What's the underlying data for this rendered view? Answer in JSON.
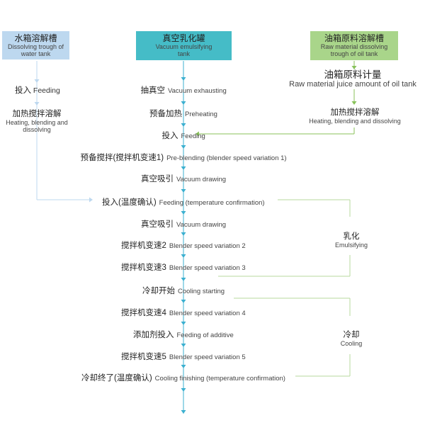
{
  "colors": {
    "water": "#bdd8ef",
    "vacuum": "#45bcc7",
    "oil": "#a9d58a",
    "arrow_blue": "#3bb0d0",
    "arrow_green": "#88c25a",
    "line_gray": "#c8c8c8",
    "line_green": "#b7d99e"
  },
  "boxes": {
    "water": {
      "cn": "水箱溶解槽",
      "en1": "Dissolving trough of",
      "en2": "water tank"
    },
    "vacuum": {
      "cn": "真空乳化罐",
      "en1": "Vacuum emulsifying",
      "en2": "tank"
    },
    "oil": {
      "cn": "油箱原料溶解槽",
      "en1": "Raw material dissolving",
      "en2": "trough of oil tank"
    }
  },
  "water_steps": {
    "feeding": {
      "cn": "投入",
      "en": "Feeding"
    },
    "heating": {
      "cn": "加热搅拌溶解",
      "en1": "Heating, blending and",
      "en2": "dissolving"
    }
  },
  "oil_steps": {
    "juice": {
      "cn": "油箱原料计量",
      "en": "Raw material juice amount of oil tank"
    },
    "heating": {
      "cn": "加热搅拌溶解",
      "en": "Heating, blending and dissolving"
    }
  },
  "main_steps": [
    {
      "cn": "抽真空",
      "en": "Vacuum exhausting"
    },
    {
      "cn": "预备加热",
      "en": "Preheating"
    },
    {
      "cn": "投入",
      "en": "Feeding"
    },
    {
      "cn": "预备搅拌(搅拌机变速1)",
      "en": "Pre-blending (blender speed variation 1)"
    },
    {
      "cn": "真空吸引",
      "en": "Vacuum drawing"
    },
    {
      "cn": "投入(温度确认)",
      "en": "Feeding (temperature confirmation)"
    },
    {
      "cn": "真空吸引",
      "en": "Vacuum drawing"
    },
    {
      "cn": "搅拌机变速2",
      "en": "Blender speed variation 2"
    },
    {
      "cn": "搅拌机变速3",
      "en": "Blender speed variation 3"
    },
    {
      "cn": "冷却开始",
      "en": "Cooling starting"
    },
    {
      "cn": "搅拌机变速4",
      "en": "Blender speed variation 4"
    },
    {
      "cn": "添加剂投入",
      "en": "Feeding of additive"
    },
    {
      "cn": "搅拌机变速5",
      "en": "Blender speed variation 5"
    },
    {
      "cn": "冷却终了(温度确认)",
      "en": "Cooling finishing (temperature confirmation)"
    }
  ],
  "side_labels": {
    "emulsify": {
      "cn": "乳化",
      "en": "Emulsifying"
    },
    "cooling": {
      "cn": "冷却",
      "en": "Cooling"
    }
  }
}
